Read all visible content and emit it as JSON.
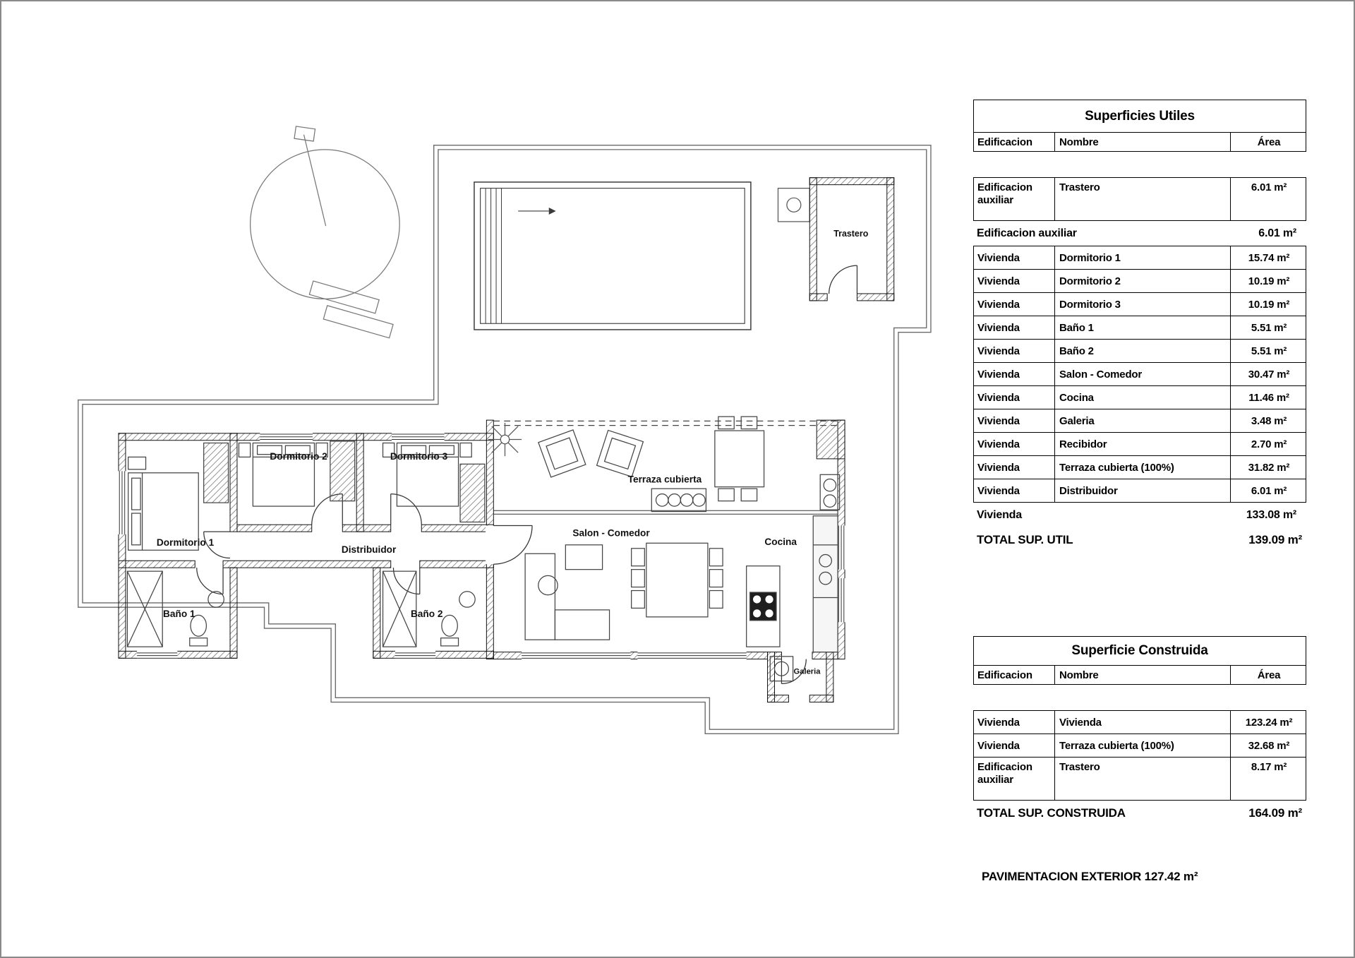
{
  "plan": {
    "rooms": {
      "dormitorio1": "Dormitorio 1",
      "dormitorio2": "Dormitorio 2",
      "dormitorio3": "Dormitorio 3",
      "bano1": "Baño 1",
      "bano2": "Baño 2",
      "salon": "Salon - Comedor",
      "cocina": "Cocina",
      "distribuidor": "Distribuidor",
      "terraza": "Terraza cubierta",
      "galeria": "Galeria",
      "trastero": "Trastero"
    }
  },
  "tables": {
    "utiles": {
      "title": "Superficies Utiles",
      "headers": {
        "edificacion": "Edificacion",
        "nombre": "Nombre",
        "area": "Área"
      },
      "aux_row": {
        "edificacion": "Edificacion auxiliar",
        "nombre": "Trastero",
        "area": "6.01 m²"
      },
      "aux_subtotal": {
        "label": "Edificacion auxiliar",
        "area": "6.01 m²"
      },
      "rows": [
        {
          "edificacion": "Vivienda",
          "nombre": "Dormitorio 1",
          "area": "15.74 m²"
        },
        {
          "edificacion": "Vivienda",
          "nombre": "Dormitorio 2",
          "area": "10.19 m²"
        },
        {
          "edificacion": "Vivienda",
          "nombre": "Dormitorio 3",
          "area": "10.19 m²"
        },
        {
          "edificacion": "Vivienda",
          "nombre": "Baño 1",
          "area": "5.51 m²"
        },
        {
          "edificacion": "Vivienda",
          "nombre": "Baño 2",
          "area": "5.51 m²"
        },
        {
          "edificacion": "Vivienda",
          "nombre": "Salon - Comedor",
          "area": "30.47 m²"
        },
        {
          "edificacion": "Vivienda",
          "nombre": "Cocina",
          "area": "11.46 m²"
        },
        {
          "edificacion": "Vivienda",
          "nombre": "Galeria",
          "area": "3.48 m²"
        },
        {
          "edificacion": "Vivienda",
          "nombre": "Recibidor",
          "area": "2.70 m²"
        },
        {
          "edificacion": "Vivienda",
          "nombre": "Terraza cubierta (100%)",
          "area": "31.82 m²"
        },
        {
          "edificacion": "Vivienda",
          "nombre": "Distribuidor",
          "area": "6.01 m²"
        }
      ],
      "vivienda_subtotal": {
        "label": "Vivienda",
        "area": "133.08 m²"
      },
      "total": {
        "label": "TOTAL SUP. UTIL",
        "area": "139.09 m²"
      }
    },
    "construida": {
      "title": "Superficie Construida",
      "headers": {
        "edificacion": "Edificacion",
        "nombre": "Nombre",
        "area": "Área"
      },
      "rows": [
        {
          "edificacion": "Vivienda",
          "nombre": "Vivienda",
          "area": "123.24 m²"
        },
        {
          "edificacion": "Vivienda",
          "nombre": "Terraza cubierta (100%)",
          "area": "32.68 m²"
        },
        {
          "edificacion": "Edificacion auxiliar",
          "nombre": "Trastero",
          "area": "8.17 m²"
        }
      ],
      "total": {
        "label": "TOTAL SUP. CONSTRUIDA",
        "area": "164.09 m²"
      }
    },
    "pavimentacion": "PAVIMENTACION EXTERIOR 127.42 m²"
  }
}
